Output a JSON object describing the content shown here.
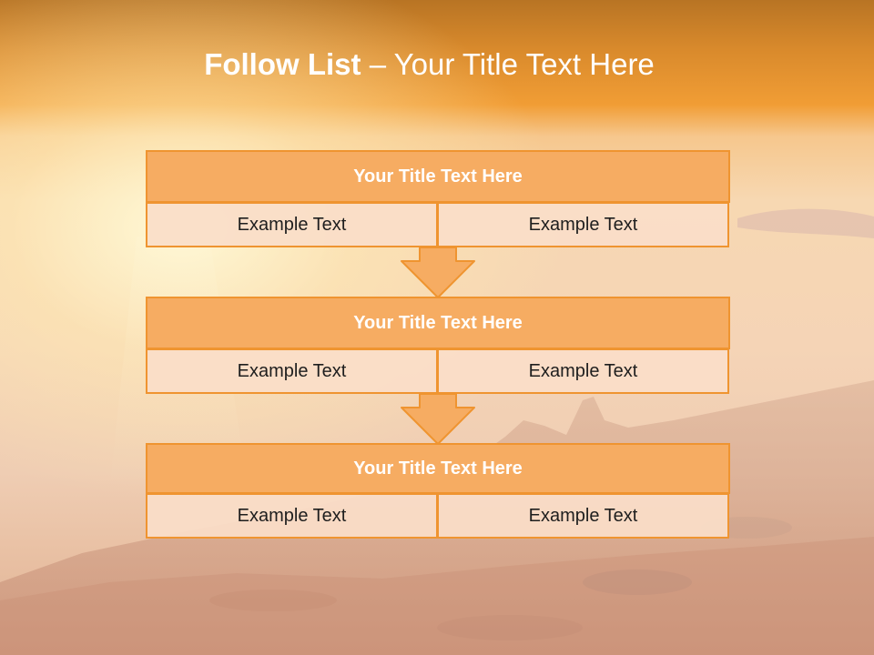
{
  "title": {
    "bold": "Follow List",
    "rest": " – Your Title Text Here"
  },
  "blocks": [
    {
      "header": "Your Title Text Here",
      "left": "Example Text",
      "right": "Example Text"
    },
    {
      "header": "Your Title Text Here",
      "left": "Example Text",
      "right": "Example Text"
    },
    {
      "header": "Your Title Text Here",
      "left": "Example Text",
      "right": "Example Text"
    }
  ],
  "colors": {
    "accent": "#f19d35",
    "header_fill": "#f6ac62",
    "border": "#ef9430",
    "cell_fill": "#fadec8"
  }
}
